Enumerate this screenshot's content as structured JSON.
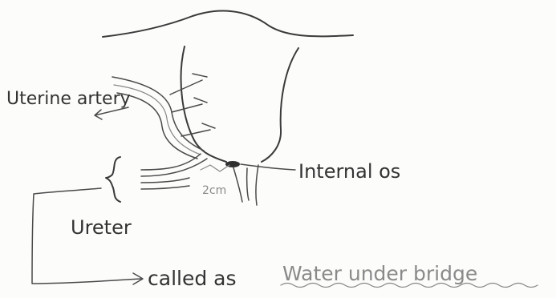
{
  "labels": {
    "uterine_artery": "Uterine artery",
    "internal_os": "Internal os",
    "distance": "2cm",
    "ureter": "Ureter",
    "called_as": "called as",
    "water_under_bridge": "Water under bridge"
  }
}
